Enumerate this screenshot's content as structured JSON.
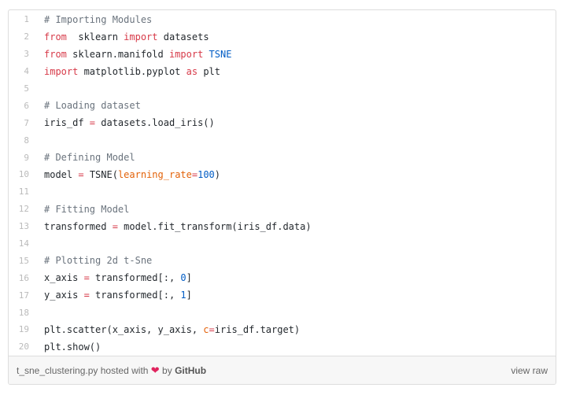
{
  "code_lines": [
    [
      [
        "c",
        "# Importing Modules"
      ]
    ],
    [
      [
        "k",
        "from"
      ],
      [
        "",
        "  sklearn "
      ],
      [
        "k",
        "import"
      ],
      [
        "",
        " datasets"
      ]
    ],
    [
      [
        "k",
        "from"
      ],
      [
        "",
        " sklearn.manifold "
      ],
      [
        "k",
        "import"
      ],
      [
        "",
        " "
      ],
      [
        "e",
        "TSNE"
      ]
    ],
    [
      [
        "k",
        "import"
      ],
      [
        "",
        " matplotlib.pyplot "
      ],
      [
        "k",
        "as"
      ],
      [
        "",
        " plt"
      ]
    ],
    [],
    [
      [
        "c",
        "# Loading dataset"
      ]
    ],
    [
      [
        "",
        "iris_df "
      ],
      [
        "k",
        "="
      ],
      [
        "",
        " datasets.load_iris()"
      ]
    ],
    [],
    [
      [
        "c",
        "# Defining Model"
      ]
    ],
    [
      [
        "",
        "model "
      ],
      [
        "k",
        "="
      ],
      [
        "",
        " TSNE("
      ],
      [
        "v",
        "learning_rate"
      ],
      [
        "k",
        "="
      ],
      [
        "e",
        "100"
      ],
      [
        "",
        ")"
      ]
    ],
    [],
    [
      [
        "c",
        "# Fitting Model"
      ]
    ],
    [
      [
        "",
        "transformed "
      ],
      [
        "k",
        "="
      ],
      [
        "",
        " model.fit_transform(iris_df.data)"
      ]
    ],
    [],
    [
      [
        "c",
        "# Plotting 2d t-Sne"
      ]
    ],
    [
      [
        "",
        "x_axis "
      ],
      [
        "k",
        "="
      ],
      [
        "",
        " transformed[:, "
      ],
      [
        "e",
        "0"
      ],
      [
        "",
        "]"
      ]
    ],
    [
      [
        "",
        "y_axis "
      ],
      [
        "k",
        "="
      ],
      [
        "",
        " transformed[:, "
      ],
      [
        "e",
        "1"
      ],
      [
        "",
        "]"
      ]
    ],
    [],
    [
      [
        "",
        "plt.scatter(x_axis, y_axis, "
      ],
      [
        "v",
        "c"
      ],
      [
        "k",
        "="
      ],
      [
        "",
        "iris_df.target)"
      ]
    ],
    [
      [
        "",
        "plt.show()"
      ]
    ]
  ],
  "footer": {
    "filename": "t_sne_clustering.py",
    "hosted_with": "hosted with",
    "heart": "❤",
    "by": "by",
    "github": "GitHub",
    "view_raw": "view raw"
  }
}
